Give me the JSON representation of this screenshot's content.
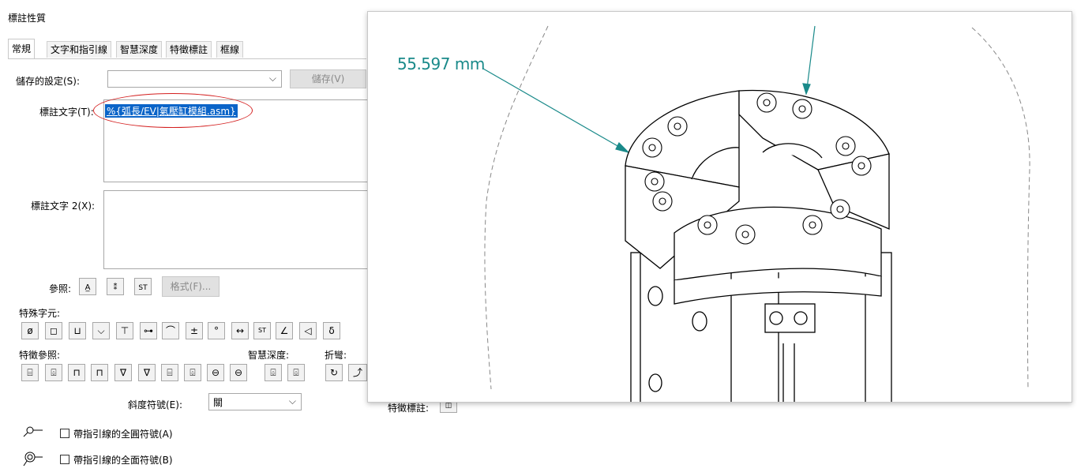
{
  "dialog": {
    "title": "標註性質"
  },
  "tabs": [
    {
      "label": "常規",
      "active": true
    },
    {
      "label": "文字和指引線"
    },
    {
      "label": "智慧深度"
    },
    {
      "label": "特徵標註"
    },
    {
      "label": "框線"
    }
  ],
  "saved_settings": {
    "label": "儲存的設定(S):",
    "value": "",
    "save_button": "儲存(V)"
  },
  "callout_text": {
    "label": "標註文字(T):",
    "value": "%{弧長/EV|氣壓缸模組.asm}"
  },
  "callout_text2": {
    "label": "標註文字 2(X):",
    "value": ""
  },
  "reference": {
    "label": "參照:",
    "format_button": "格式(F)..."
  },
  "special_chars": {
    "label": "特殊字元:",
    "symbols": [
      "ø",
      "◻",
      "⊔",
      "⌵",
      "⊤",
      "⊶",
      "⌒",
      "±",
      "°",
      "↔",
      "ST",
      "∠",
      "◁",
      "δ"
    ]
  },
  "feature_ref": {
    "label": "特徵參照:"
  },
  "smart_depth": {
    "label": "智慧深度:"
  },
  "bend": {
    "label": "折彎:"
  },
  "taper": {
    "label": "斜度符號(E):",
    "value": "關"
  },
  "feature_callout": {
    "label": "特徵標註:"
  },
  "checkboxes": [
    {
      "label": "帶指引線的全圓符號(A)",
      "checked": false
    },
    {
      "label": "帶指引線的全面符號(B)",
      "checked": false
    }
  ],
  "drawing": {
    "dimension_text": "55.597 mm"
  },
  "colors": {
    "accent": "#1a8a8a",
    "selection": "#0a64c8",
    "highlight_oval": "#d42020"
  }
}
